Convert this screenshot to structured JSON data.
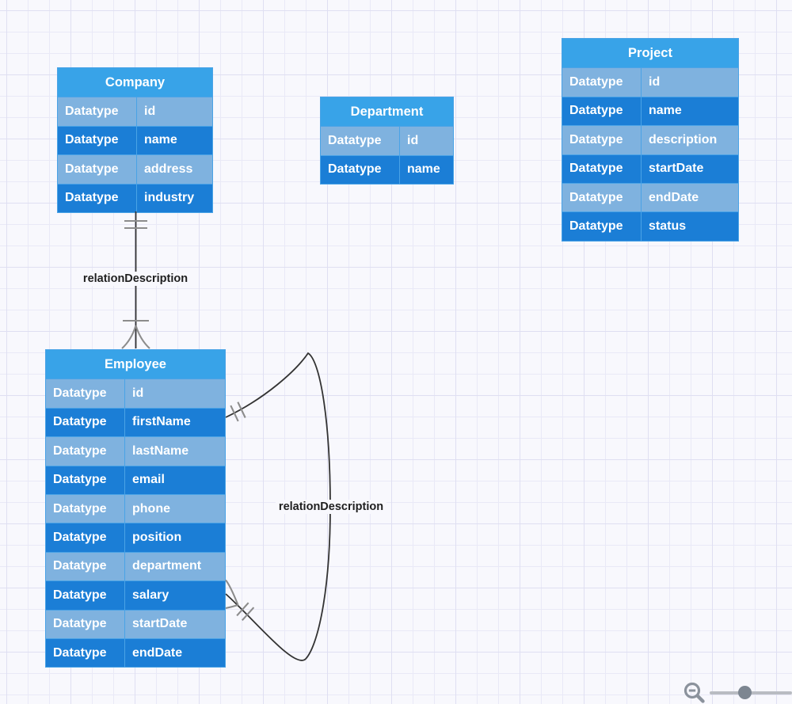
{
  "diagram": {
    "entities": [
      {
        "name": "Company",
        "attributes": [
          {
            "type": "Datatype",
            "name": "id"
          },
          {
            "type": "Datatype",
            "name": "name"
          },
          {
            "type": "Datatype",
            "name": "address"
          },
          {
            "type": "Datatype",
            "name": "industry"
          }
        ]
      },
      {
        "name": "Department",
        "attributes": [
          {
            "type": "Datatype",
            "name": "id"
          },
          {
            "type": "Datatype",
            "name": "name"
          }
        ]
      },
      {
        "name": "Project",
        "attributes": [
          {
            "type": "Datatype",
            "name": "id"
          },
          {
            "type": "Datatype",
            "name": "name"
          },
          {
            "type": "Datatype",
            "name": "description"
          },
          {
            "type": "Datatype",
            "name": "startDate"
          },
          {
            "type": "Datatype",
            "name": "endDate"
          },
          {
            "type": "Datatype",
            "name": "status"
          }
        ]
      },
      {
        "name": "Employee",
        "attributes": [
          {
            "type": "Datatype",
            "name": "id"
          },
          {
            "type": "Datatype",
            "name": "firstName"
          },
          {
            "type": "Datatype",
            "name": "lastName"
          },
          {
            "type": "Datatype",
            "name": "email"
          },
          {
            "type": "Datatype",
            "name": "phone"
          },
          {
            "type": "Datatype",
            "name": "position"
          },
          {
            "type": "Datatype",
            "name": "department"
          },
          {
            "type": "Datatype",
            "name": "salary"
          },
          {
            "type": "Datatype",
            "name": "startDate"
          },
          {
            "type": "Datatype",
            "name": "endDate"
          }
        ]
      }
    ],
    "relationships": [
      {
        "from": "Company",
        "to": "Employee",
        "label": "relationDescription",
        "cardinality": "exactly-one to one-or-more"
      },
      {
        "from": "Employee",
        "to": "Employee",
        "label": "relationDescription",
        "cardinality": "exactly-one to one-or-more"
      }
    ]
  },
  "theme": {
    "canvas_bg": "#f8f8fd",
    "grid_minor": "#e9e9f7",
    "grid_major": "#dfdff2",
    "header_fill": "#38a3e8",
    "row_dark_fill": "#1b7ed6",
    "row_light_fill": "#7fb2df",
    "cell_border": "#4aa3e6",
    "entity_text": "#ffffff",
    "relation_line": "#333333",
    "relation_marker": "#8c8c8c",
    "label_text": "#1f1f1f"
  },
  "zoom_controls": {
    "zoom_out_icon": "magnifier-minus",
    "slider_thumb_position_percent": 43
  }
}
